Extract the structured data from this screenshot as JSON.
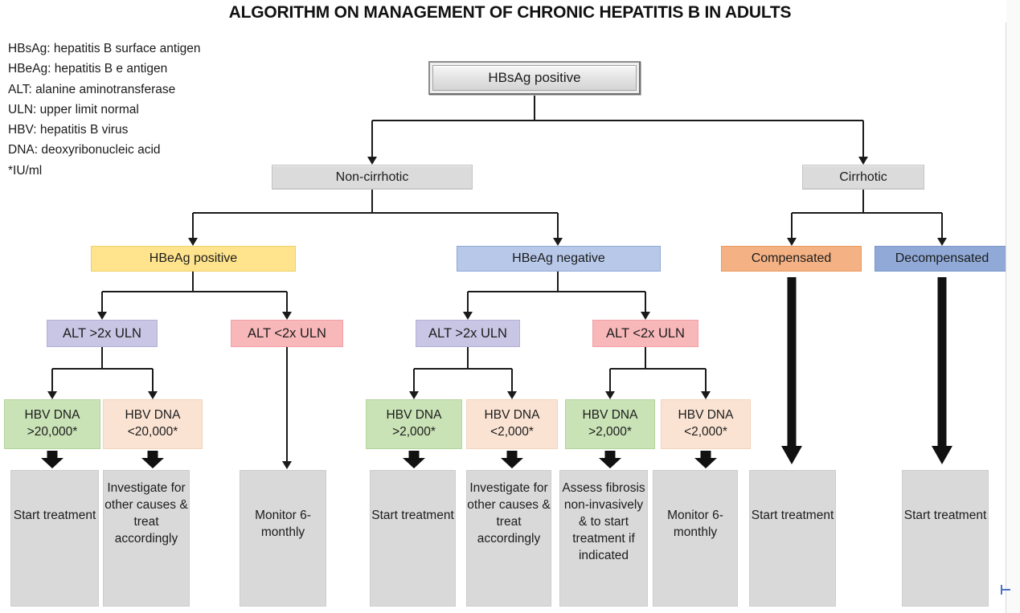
{
  "title": "ALGORITHM ON MANAGEMENT OF CHRONIC HEPATITIS B IN ADULTS",
  "legend_lines": [
    "HBsAg: hepatitis B surface antigen",
    "HBeAg: hepatitis B e antigen",
    "ALT: alanine aminotransferase",
    "ULN: upper limit normal",
    "HBV: hepatitis B virus",
    "DNA: deoxyribonucleic acid",
    "*IU/ml"
  ],
  "palette": {
    "node_gray": "#dbdbdb",
    "outcome_gray": "#d9d9d9",
    "yellow": "#ffe48d",
    "light_blue": "#b7c8e9",
    "orange": "#f4b183",
    "dark_blue": "#90a9d7",
    "lavender": "#c8c6e4",
    "pink": "#f8b8ba",
    "green": "#c9e2b6",
    "peach": "#fae3d3",
    "line_black": "#1a1a1a",
    "cursor_blue": "#4a72c8"
  },
  "nodes": {
    "hbsag_positive": "HBsAg positive",
    "non_cirrhotic": "Non-cirrhotic",
    "cirrhotic": "Cirrhotic",
    "hbeag_positive": "HBeAg positive",
    "hbeag_negative": "HBeAg negative",
    "compensated": "Compensated",
    "decompensated": "Decompensated",
    "alt_gt_1": "ALT >2x ULN",
    "alt_lt_1": "ALT <2x ULN",
    "alt_gt_2": "ALT >2x ULN",
    "alt_lt_2": "ALT <2x ULN",
    "dna1": {
      "line1": "HBV DNA",
      "line2": ">20,000*"
    },
    "dna2": {
      "line1": "HBV DNA",
      "line2": "<20,000*"
    },
    "dna3": {
      "line1": "HBV DNA",
      "line2": ">2,000*"
    },
    "dna4": {
      "line1": "HBV DNA",
      "line2": "<2,000*"
    },
    "dna5": {
      "line1": "HBV DNA",
      "line2": ">2,000*"
    },
    "dna6": {
      "line1": "HBV DNA",
      "line2": "<2,000*"
    }
  },
  "outcomes": [
    "Start treatment",
    "Investigate for other causes & treat accordingly",
    "Monitor 6-monthly",
    "Start treatment",
    "Investigate for other causes & treat accordingly",
    "Assess fibrosis non-invasively & to start treatment if indicated",
    "Monitor 6-monthly",
    "Start treatment",
    "Start treatment"
  ]
}
